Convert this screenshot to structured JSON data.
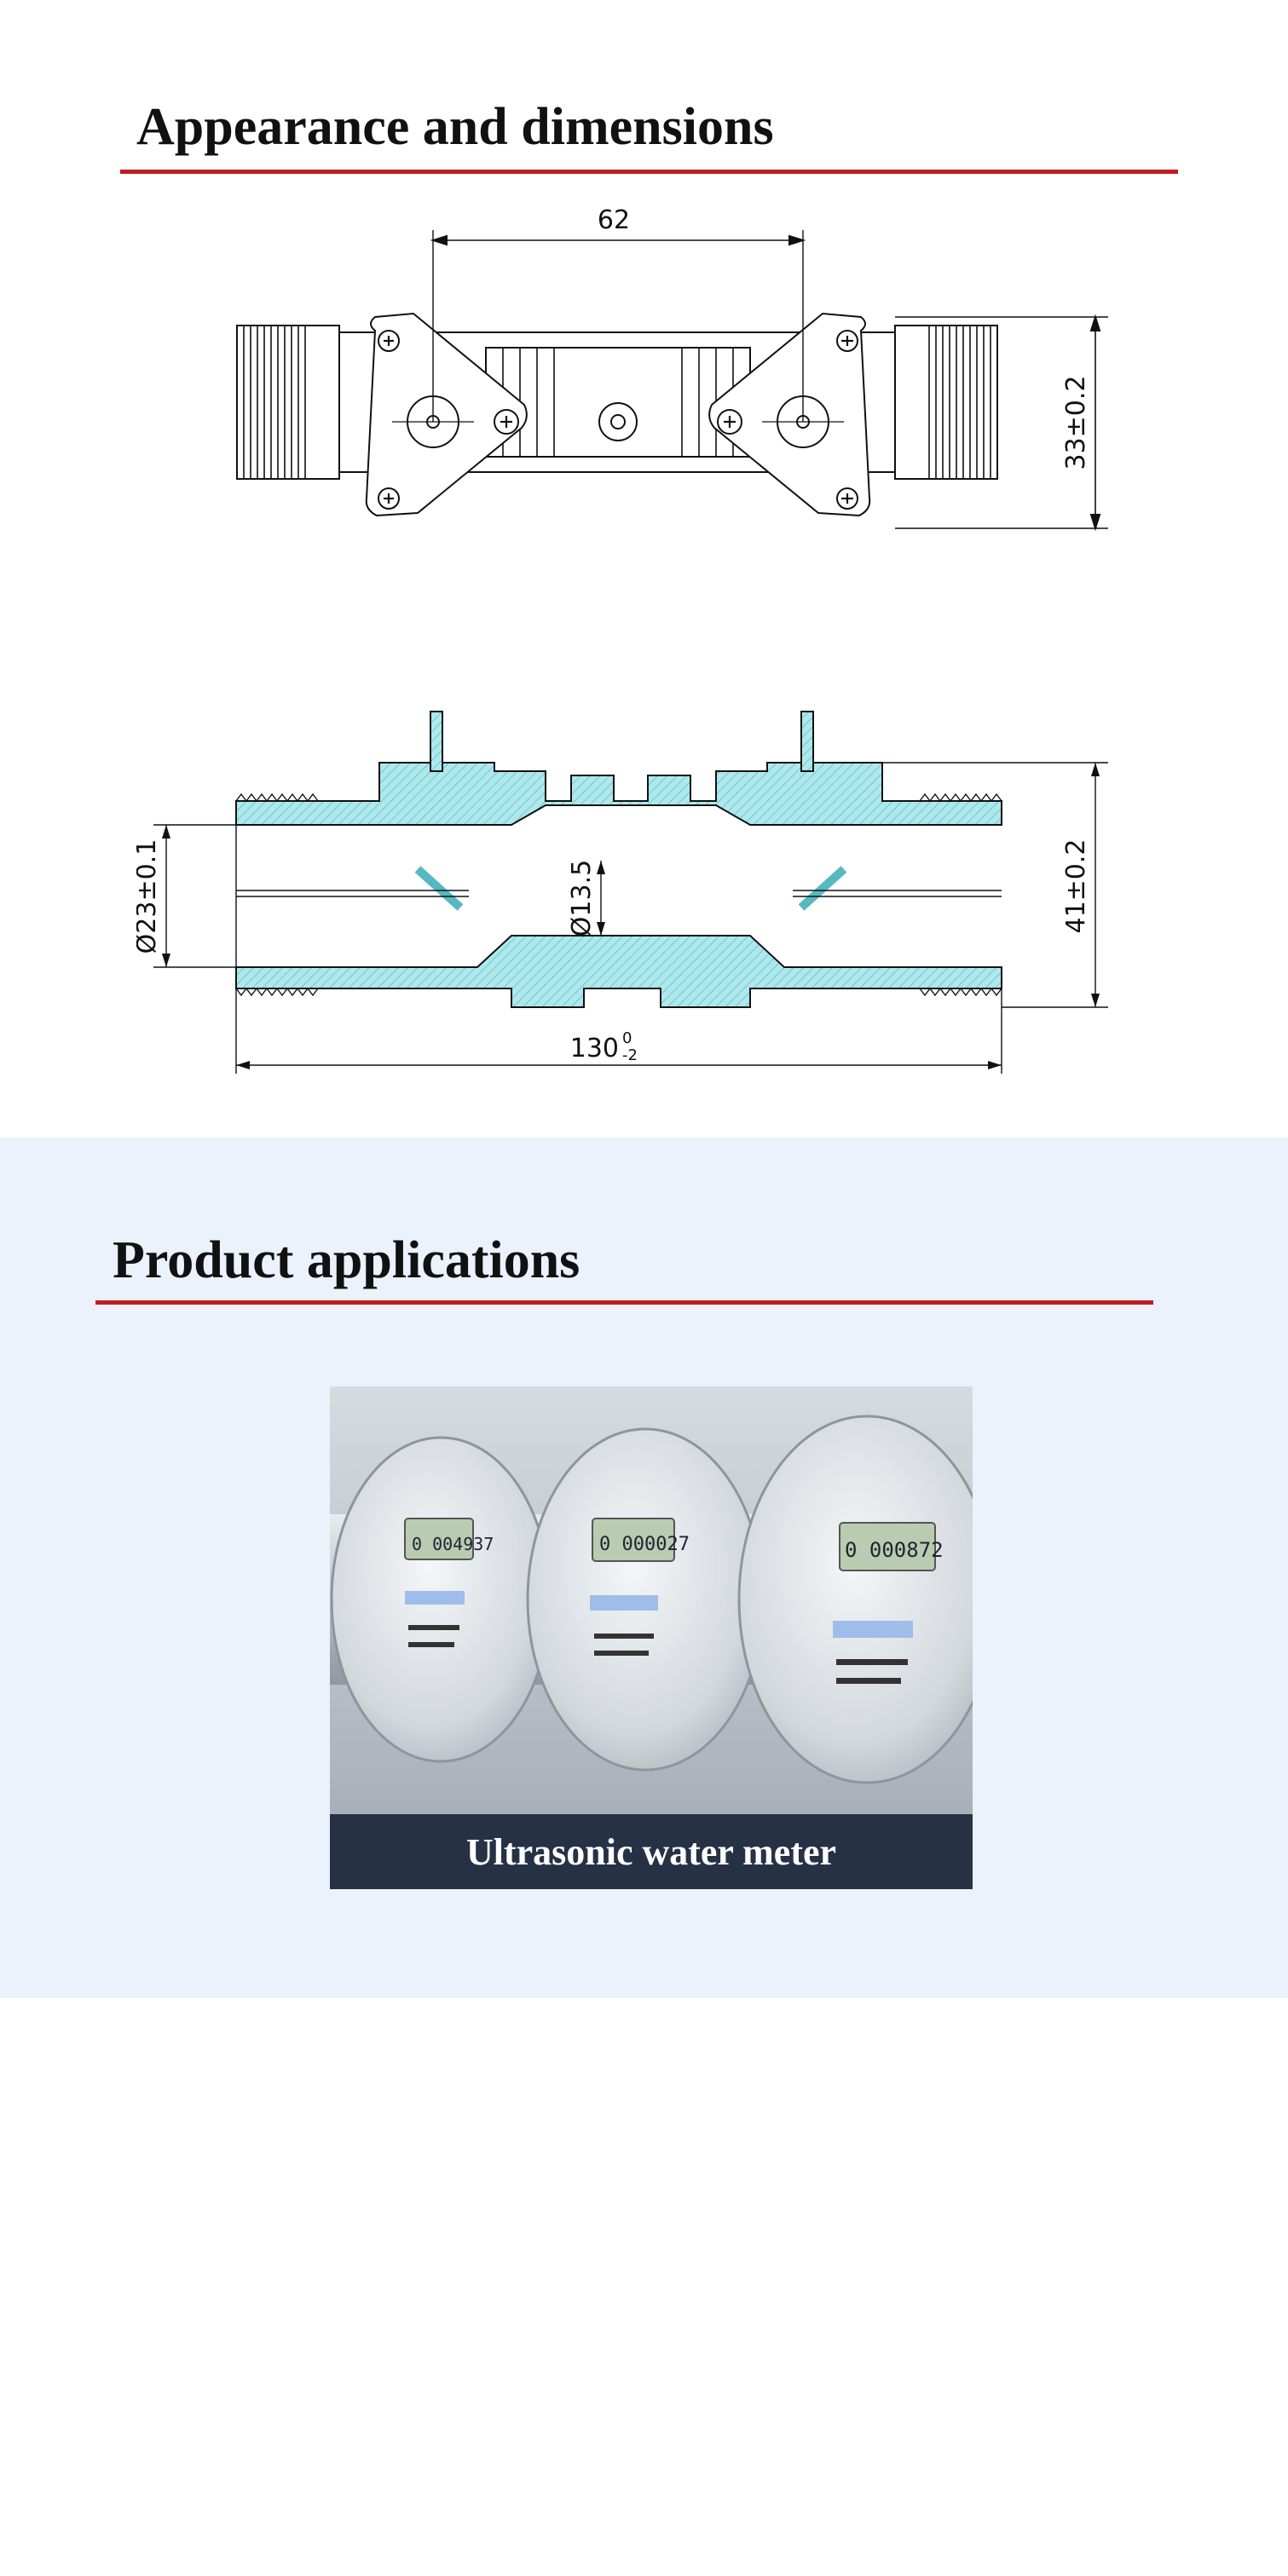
{
  "appearance": {
    "title": "Appearance and dimensions",
    "top_view": {
      "dim_length": "62",
      "dim_height": "33±0.2"
    },
    "side_view": {
      "dim_outer": "41±0.2",
      "dim_pipe": "Ø23±0.1",
      "dim_bore": "Ø13.5",
      "dim_total": "130",
      "dim_total_tol_upper": "0",
      "dim_total_tol_lower": "-2"
    }
  },
  "applications": {
    "title": "Product applications",
    "items": [
      {
        "caption": "Ultrasonic water meter",
        "meter_readings": [
          "0 004937",
          "0 000027",
          "0 000872"
        ]
      }
    ]
  },
  "colors": {
    "accent_rule": "#c01c22",
    "section_bg": "#ebf2fb",
    "caption_bg": "#263146",
    "drawing_fill": "#aee8ec"
  }
}
